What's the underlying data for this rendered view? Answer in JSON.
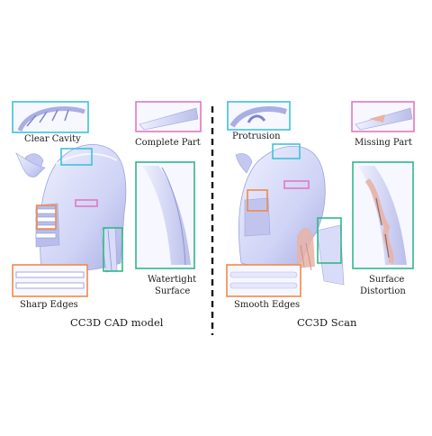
{
  "colors": {
    "cyan": "#3ec1dd",
    "pink": "#e377c2",
    "orange": "#ef8a4c",
    "green": "#2fb889",
    "helmet": "#cfd3f5",
    "helmet_shade": "#9ea4db",
    "scan_defect": "#e8b3a6"
  },
  "left_panel": {
    "caption": "CC3D CAD model",
    "labels": {
      "clear_cavity": "Clear Cavity",
      "complete_part": "Complete Part",
      "watertight_line1": "Watertight",
      "watertight_line2": "Surface",
      "sharp_edges": "Sharp Edges"
    }
  },
  "right_panel": {
    "caption": "CC3D Scan",
    "labels": {
      "protrusion": "Protrusion",
      "missing_part": "Missing Part",
      "surface_line1": "Surface",
      "surface_line2": "Distortion",
      "smooth_edges": "Smooth Edges"
    }
  }
}
